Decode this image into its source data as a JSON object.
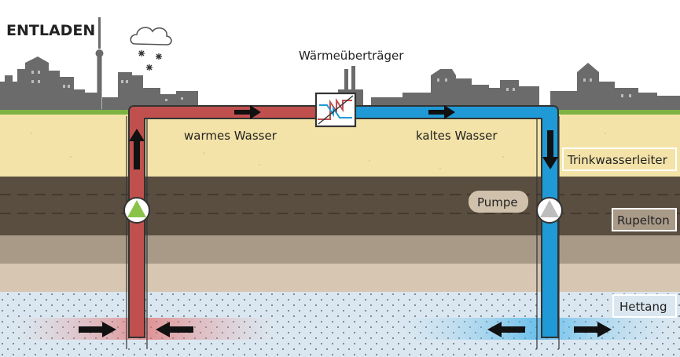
{
  "title": "ENTLADEN",
  "labels": {
    "heat_exchanger": "Wärmeüberträger",
    "warm_water": "warmes Wasser",
    "cold_water": "kaltes Wasser",
    "pump": "Pumpe"
  },
  "layers": {
    "aquifer_top": "Trinkwasserleiter",
    "clay": "Rupelton",
    "aquifer_deep": "Hettang"
  },
  "colors": {
    "warm_pipe": "#c0504d",
    "cold_pipe": "#1f9ad6",
    "sand": "#f4e3a8",
    "clay": "#5a4e40",
    "deep_layer": "#dbe7f0",
    "grass": "#7cb342",
    "skyline": "#6b6b6b"
  },
  "icons": [
    "cloud-icon",
    "snowflake-icon",
    "pump-icon",
    "heat-exchanger-icon",
    "arrow-icon"
  ]
}
